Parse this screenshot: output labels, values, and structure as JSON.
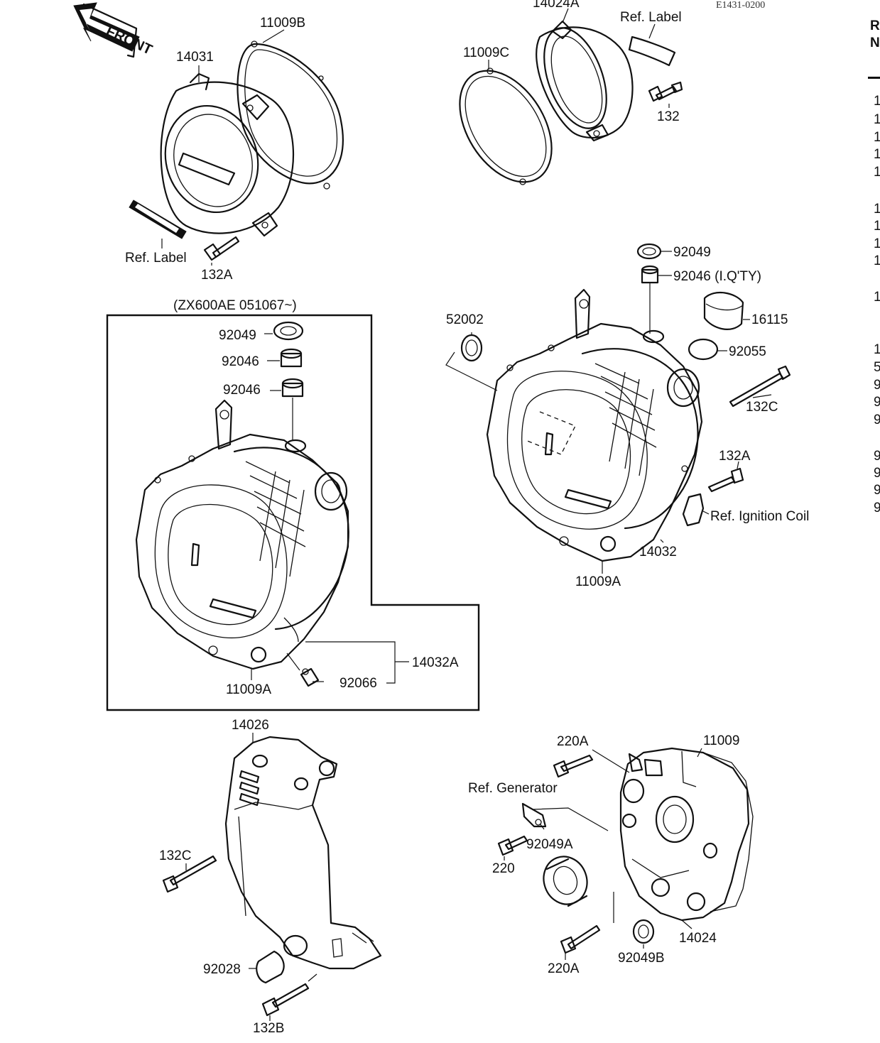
{
  "figure_code": "E1431-0200",
  "front_label": "FRONT",
  "variant_note": "(ZX600AE 051067~)",
  "callouts": {
    "p14031": "14031",
    "p11009B": "11009B",
    "ref_label_left": "Ref. Label",
    "p132A_top": "132A",
    "p14024A": "14024A",
    "ref_label_right": "Ref. Label",
    "p11009C": "11009C",
    "p132": "132",
    "p92049_right": "92049",
    "p92046_right": "92046 (I.Q'TY)",
    "p16115": "16115",
    "p52002": "52002",
    "p92055": "92055",
    "p132C_right": "132C",
    "p132A_right": "132A",
    "ref_ignition_coil": "Ref. Ignition Coil",
    "p14032": "14032",
    "p11009A_right": "11009A",
    "p92049_box": "92049",
    "p92046_box_a": "92046",
    "p92046_box_b": "92046",
    "p14032A": "14032A",
    "p92066": "92066",
    "p11009A_box": "11009A",
    "p14026": "14026",
    "p132C_left": "132C",
    "p92028": "92028",
    "p132B": "132B",
    "p220A_top": "220A",
    "p11009": "11009",
    "ref_generator": "Ref. Generator",
    "p92049A": "92049A",
    "p220": "220",
    "p220A_bottom": "220A",
    "p92049B": "92049B",
    "p14024": "14024"
  },
  "side_column": {
    "header": [
      "R",
      "N"
    ],
    "items": [
      "1",
      "1",
      "1",
      "1",
      "1",
      "1",
      "1",
      "1",
      "1",
      "1",
      "1",
      "5",
      "9",
      "9",
      "9",
      "9",
      "9",
      "9",
      "9"
    ]
  }
}
